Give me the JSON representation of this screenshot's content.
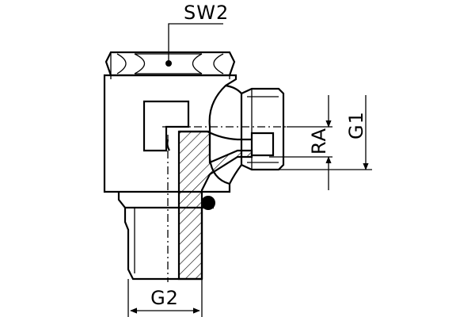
{
  "labels": {
    "sw2": "SW2",
    "ra": "RA",
    "g1": "G1",
    "g2": "G2"
  },
  "colors": {
    "line": "#000000",
    "background": "#ffffff"
  }
}
